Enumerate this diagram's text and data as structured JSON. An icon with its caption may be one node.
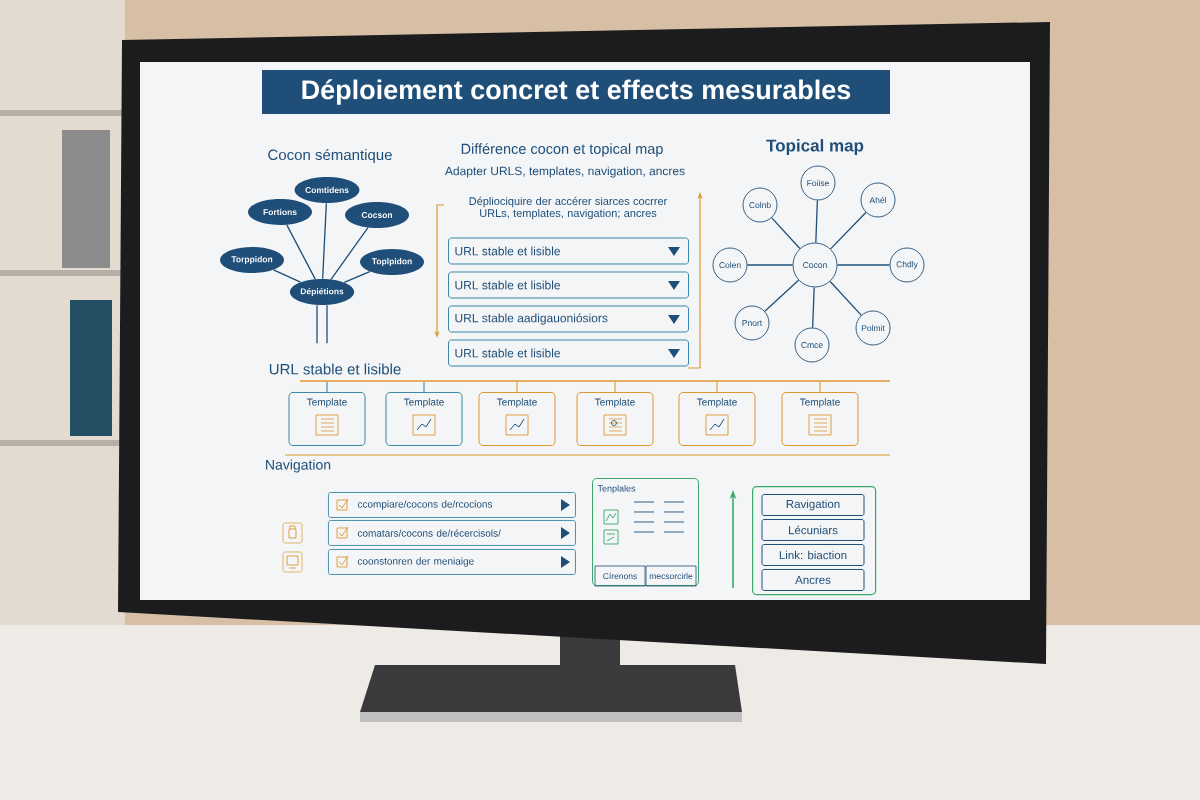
{
  "diagram": {
    "title": "Déploiement concret et effects mesurables",
    "nodes": [
      {
        "text": [
          "Comtidens"
        ]
      },
      {
        "text": [
          "Fortions"
        ]
      },
      {
        "text": [
          "Cocson"
        ]
      },
      {
        "text": [
          "Torppidon"
        ]
      },
      {
        "text": [
          "Toplpidon"
        ]
      },
      {
        "text": [
          "Dépiétions"
        ]
      },
      {
        "text": [
          "URL stable et lisible"
        ]
      },
      {
        "text": [
          "URL stable et lisible"
        ]
      },
      {
        "text": [
          "URL stable aadigauoniósiors"
        ]
      },
      {
        "text": [
          "URL stable et lisible"
        ]
      },
      {
        "text": [
          "Foiise"
        ]
      },
      {
        "text": [
          "Colnb"
        ]
      },
      {
        "text": [
          "Ahél"
        ]
      },
      {
        "text": [
          "Colen"
        ]
      },
      {
        "text": [
          "Cocon"
        ]
      },
      {
        "text": [
          "Chdly"
        ]
      },
      {
        "text": [
          "Pnort"
        ]
      },
      {
        "text": [
          "Polmit"
        ]
      },
      {
        "text": [
          "Cmce"
        ]
      },
      {
        "text": [
          "Template"
        ]
      },
      {
        "text": [
          "Template"
        ]
      },
      {
        "text": [
          "Template"
        ]
      },
      {
        "text": [
          "Template"
        ]
      },
      {
        "text": [
          "Template"
        ]
      },
      {
        "text": [
          "Template"
        ]
      },
      {
        "text": [
          "ccompiare/cocons de/rcocions"
        ]
      },
      {
        "text": [
          "comatars/cocons de/récercisols/"
        ]
      },
      {
        "text": [
          "coonstonren der meniaige"
        ]
      },
      {
        "text": [
          "Tenplales"
        ]
      },
      {
        "text": [
          "Círenons"
        ],
        "in": 28
      },
      {
        "text": [
          "mecsorcirle"
        ],
        "in": 28
      },
      {
        "text": [],
        "shape": "box"
      },
      {
        "text": [
          "Ravigation"
        ],
        "in": 31
      },
      {
        "text": [
          "Lécuniars"
        ],
        "in": 31
      },
      {
        "text": [
          "Link: biaction"
        ],
        "in": 31
      },
      {
        "text": [
          "Ancres"
        ],
        "in": 31
      },
      {
        "text": [],
        "shape": "bar"
      }
    ],
    "edges": [
      {
        "from": 5,
        "to": 0,
        "arrow": "none"
      },
      {
        "from": 5,
        "to": 1,
        "arrow": "none"
      },
      {
        "from": 5,
        "to": 2,
        "arrow": "none"
      },
      {
        "from": 5,
        "to": 3,
        "arrow": "none"
      },
      {
        "from": 5,
        "to": 4,
        "arrow": "none"
      },
      {
        "from": 5,
        "to": null,
        "arrow": "none"
      },
      {
        "from": 5,
        "to": null,
        "arrow": "none"
      },
      {
        "from": 14,
        "to": 10,
        "arrow": "none"
      },
      {
        "from": 14,
        "to": 11,
        "arrow": "none"
      },
      {
        "from": 14,
        "to": 12,
        "arrow": "none"
      },
      {
        "from": 14,
        "to": 13,
        "arrow": "none"
      },
      {
        "from": 14,
        "to": 15,
        "arrow": "none"
      },
      {
        "from": 14,
        "to": 16,
        "arrow": "none"
      },
      {
        "from": 14,
        "to": 17,
        "arrow": "none"
      },
      {
        "from": 14,
        "to": 18,
        "arrow": "none"
      },
      {
        "from": 36,
        "to": 19,
        "arrow": "none",
        "color": "#3b86a6"
      },
      {
        "from": 36,
        "to": 20,
        "arrow": "none",
        "color": "#3b86a6"
      },
      {
        "from": 36,
        "to": 21,
        "arrow": "none",
        "color": "#e0962f"
      },
      {
        "from": 36,
        "to": 22,
        "arrow": "none",
        "color": "#e0962f"
      },
      {
        "from": 36,
        "to": 23,
        "arrow": "none",
        "color": "#e0962f"
      },
      {
        "from": 36,
        "to": 24,
        "arrow": "none",
        "color": "#e0962f"
      }
    ],
    "labels": [
      "Cocon sémantique",
      "Différence cocon et topical map",
      "Topical map",
      "Adapter URLS, templates, navigation, ancres",
      "Dépliociquire der accérer siarces cocrrer URLs, templates, navigation; ancres",
      "URL stable et lisible",
      "Navigation"
    ]
  }
}
